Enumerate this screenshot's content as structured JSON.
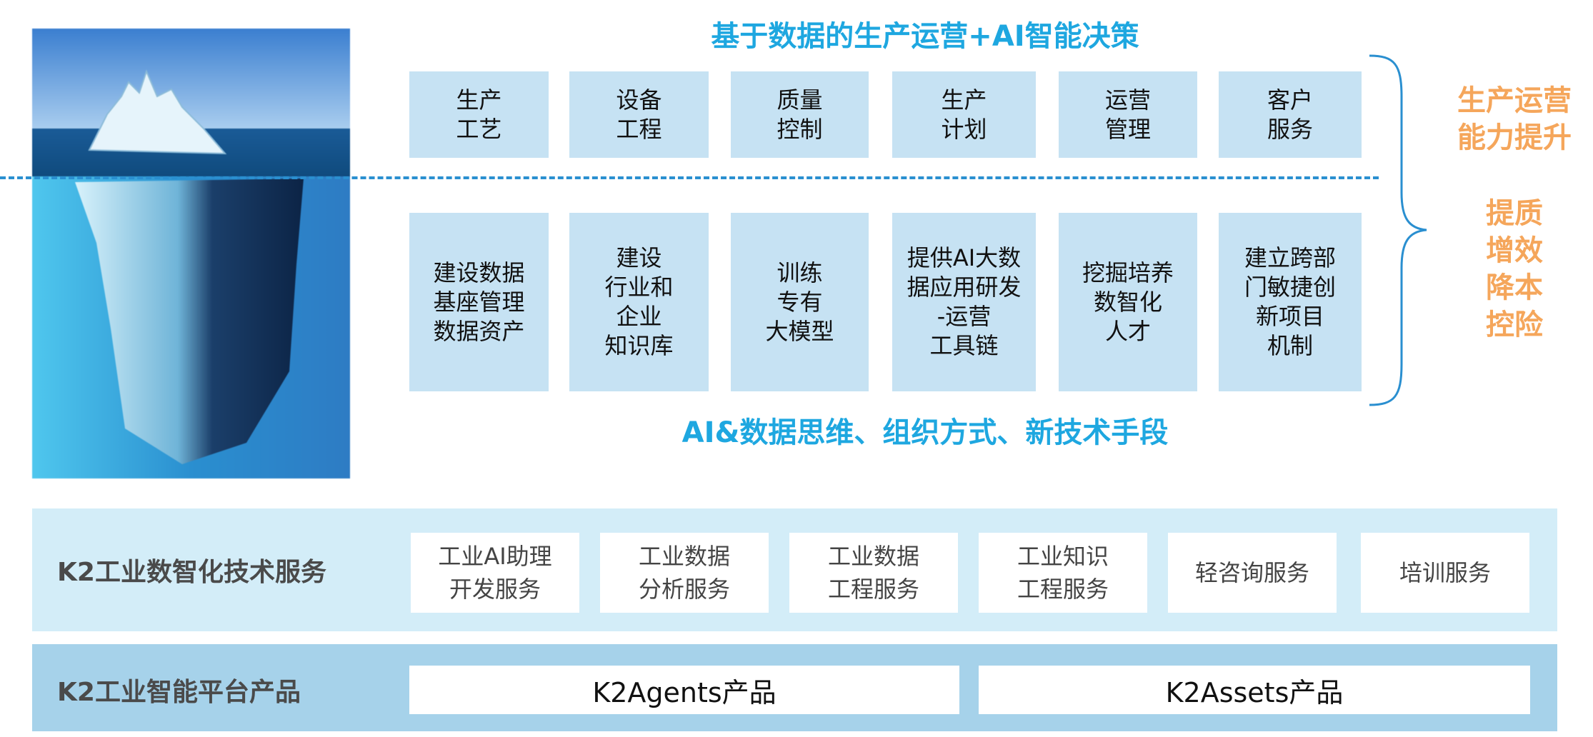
{
  "header": {
    "title": "基于数据的生产运营+AI智能决策"
  },
  "top_boxes": [
    {
      "lines": [
        "生产",
        "工艺"
      ]
    },
    {
      "lines": [
        "设备",
        "工程"
      ]
    },
    {
      "lines": [
        "质量",
        "控制"
      ]
    },
    {
      "lines": [
        "生产",
        "计划"
      ]
    },
    {
      "lines": [
        "运营",
        "管理"
      ]
    },
    {
      "lines": [
        "客户",
        "服务"
      ]
    }
  ],
  "bottom_boxes": [
    {
      "lines": [
        "建设数据",
        "基座管理",
        "数据资产"
      ]
    },
    {
      "lines": [
        "建设",
        "行业和",
        "企业",
        "知识库"
      ]
    },
    {
      "lines": [
        "训练",
        "专有",
        "大模型"
      ]
    },
    {
      "lines": [
        "提供AI大数",
        "据应用研发",
        "-运营",
        "工具链"
      ]
    },
    {
      "lines": [
        "挖掘培养",
        "数智化",
        "人才"
      ]
    },
    {
      "lines": [
        "建立跨部",
        "门敏捷创",
        "新项目",
        "机制"
      ]
    }
  ],
  "subtitle": "AI&数据思维、组织方式、新技术手段",
  "right": {
    "top": [
      "生产运营",
      "能力提升"
    ],
    "bottom": [
      "提质",
      "增效",
      "降本",
      "控险"
    ]
  },
  "services": {
    "label": "K2工业数智化技术服务",
    "items": [
      {
        "lines": [
          "工业AI助理",
          "开发服务"
        ]
      },
      {
        "lines": [
          "工业数据",
          "分析服务"
        ]
      },
      {
        "lines": [
          "工业数据",
          "工程服务"
        ]
      },
      {
        "lines": [
          "工业知识",
          "工程服务"
        ]
      },
      {
        "lines": [
          "轻咨询服务"
        ]
      },
      {
        "lines": [
          "培训服务"
        ]
      }
    ]
  },
  "platform": {
    "label": "K2工业智能平台产品",
    "items": [
      "K2Agents产品",
      "K2Assets产品"
    ]
  },
  "colors": {
    "accent": "#1ea7e0",
    "orange": "#f5a65b",
    "box": "#c6e2f3",
    "band1": "#d3edf8",
    "band2": "#a6d2ea"
  }
}
